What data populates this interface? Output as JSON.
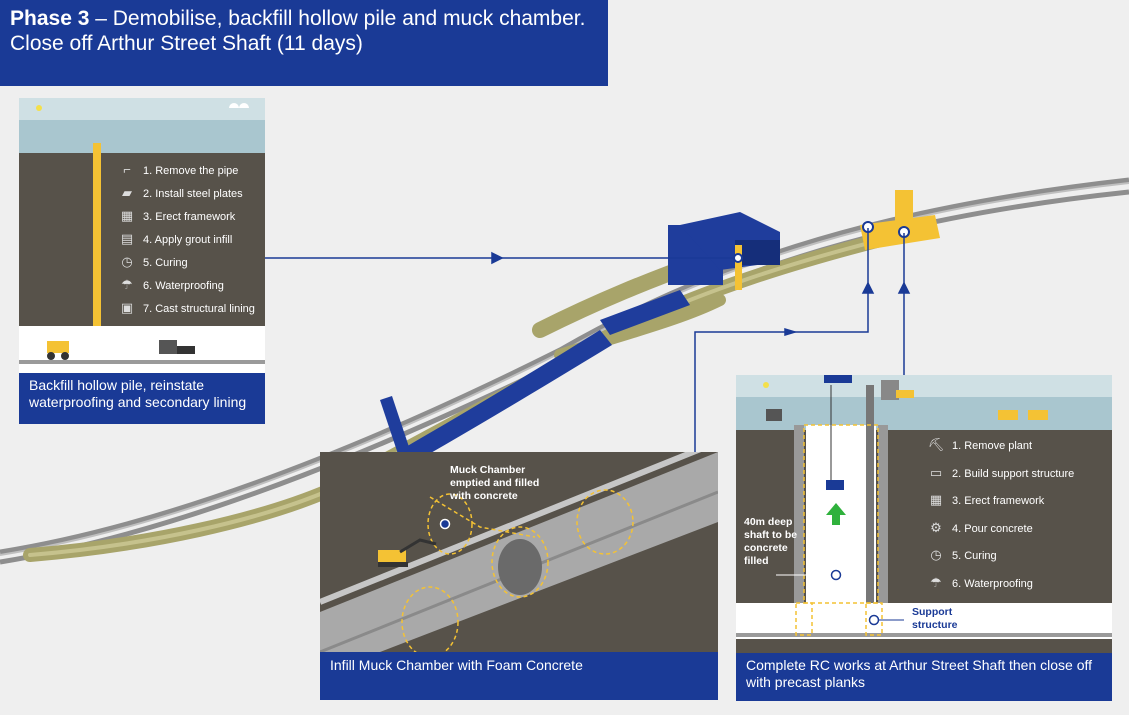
{
  "title": {
    "bold": "Phase 3",
    "rest": " –  Demobilise, backfill hollow pile and muck chamber. Close off Arthur Street Shaft  (11 days)"
  },
  "panel_left": {
    "steps": [
      {
        "icon": "pipe-icon",
        "label": "1. Remove the pipe"
      },
      {
        "icon": "steel-plate-icon",
        "label": "2. Install steel plates"
      },
      {
        "icon": "framework-icon",
        "label": "3. Erect framework"
      },
      {
        "icon": "grout-icon",
        "label": "4. Apply grout infill"
      },
      {
        "icon": "timer-icon",
        "label": "5. Curing"
      },
      {
        "icon": "waterproofing-icon",
        "label": "6. Waterproofing"
      },
      {
        "icon": "lining-icon",
        "label": "7. Cast structural lining"
      }
    ],
    "caption": "Backfill hollow pile, reinstate waterproofing and secondary lining"
  },
  "panel_middle": {
    "annotation": "Muck Chamber\nemptied and filled\nwith concrete",
    "caption": "Infill Muck Chamber with Foam Concrete"
  },
  "panel_right": {
    "steps": [
      {
        "icon": "excavator-icon",
        "label": "1. Remove plant"
      },
      {
        "icon": "support-structure-icon",
        "label": "2. Build support structure"
      },
      {
        "icon": "framework-icon",
        "label": "3. Erect framework"
      },
      {
        "icon": "concrete-mixer-icon",
        "label": "4. Pour concrete"
      },
      {
        "icon": "timer-icon",
        "label": "5. Curing"
      },
      {
        "icon": "waterproofing-icon",
        "label": "6. Waterproofing"
      }
    ],
    "shaft_note": "40m deep\nshaft to be\nconcrete\nfilled",
    "support_label": "Support\nstructure",
    "caption": "Complete RC works at Arthur Street Shaft then close off with precast planks"
  },
  "colors": {
    "navy": "#1a3a96",
    "tunnel_blue": "#1f3d9c",
    "olive": "#a8a46a",
    "yellow": "#f4c234",
    "soil": "#57524a",
    "sky": "#a9c6cf"
  }
}
